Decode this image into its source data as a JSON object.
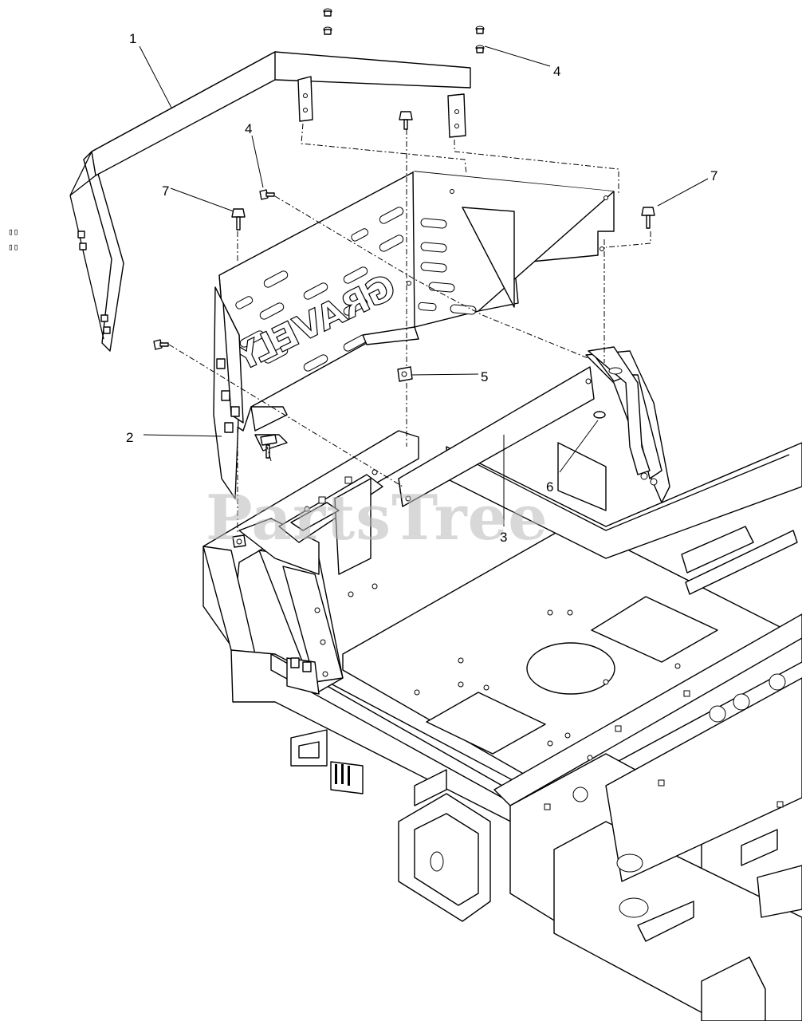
{
  "diagram": {
    "watermark": "PartsTree",
    "panel_logo": "GRAVELY",
    "callouts": [
      {
        "id": "c1",
        "label": "1"
      },
      {
        "id": "c2",
        "label": "2"
      },
      {
        "id": "c3",
        "label": "3"
      },
      {
        "id": "c4a",
        "label": "4"
      },
      {
        "id": "c4b",
        "label": "4"
      },
      {
        "id": "c5",
        "label": "5"
      },
      {
        "id": "c6",
        "label": "6"
      },
      {
        "id": "c7a",
        "label": "7"
      },
      {
        "id": "c7b",
        "label": "7"
      }
    ]
  }
}
